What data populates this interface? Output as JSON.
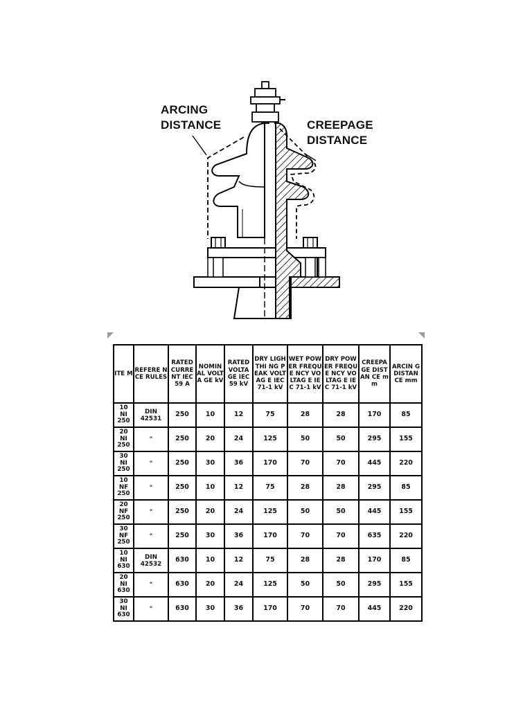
{
  "diagram": {
    "labels": {
      "arcing": "ARCING\nDISTANCE",
      "creepage": "CREEPAGE\nDISTANCE"
    }
  },
  "table": {
    "headers": [
      "ITE M",
      "REFERE NCE RULES",
      "RATED CURRE NT IEC 59 A",
      "NOMIN AL VOLTA GE kV",
      "RATED VOLTA GE IEC 59 kV",
      "DRY LIGHTHI NG PEAK VOLTAG E IEC 71-1 kV",
      "WET POWER FREQUE NCY VOLTAG E IEC 71-1 kV",
      "DRY POWER FREQUE NCY VOLTAG E IEC 71-1 kV",
      "CREEPA GE DISTAN CE mm",
      "ARCIN G DISTAN CE mm"
    ],
    "rows": [
      [
        "10\nNI\n250",
        "DIN\n42531",
        "250",
        "10",
        "12",
        "75",
        "28",
        "28",
        "170",
        "85"
      ],
      [
        "20\nNI\n250",
        "\"",
        "250",
        "20",
        "24",
        "125",
        "50",
        "50",
        "295",
        "155"
      ],
      [
        "30\nNI\n250",
        "\"",
        "250",
        "30",
        "36",
        "170",
        "70",
        "70",
        "445",
        "220"
      ],
      [
        "10\nNF\n250",
        "\"",
        "250",
        "10",
        "12",
        "75",
        "28",
        "28",
        "295",
        "85"
      ],
      [
        "20\nNF\n250",
        "\"",
        "250",
        "20",
        "24",
        "125",
        "50",
        "50",
        "445",
        "155"
      ],
      [
        "30\nNF\n250",
        "\"",
        "250",
        "30",
        "36",
        "170",
        "70",
        "70",
        "635",
        "220"
      ],
      [
        "10\nNI\n630",
        "DIN\n42532",
        "630",
        "10",
        "12",
        "75",
        "28",
        "28",
        "170",
        "85"
      ],
      [
        "20\nNI\n630",
        "\"",
        "630",
        "20",
        "24",
        "125",
        "50",
        "50",
        "295",
        "155"
      ],
      [
        "30\nNI\n630",
        "\"",
        "630",
        "30",
        "36",
        "170",
        "70",
        "70",
        "445",
        "220"
      ]
    ]
  }
}
